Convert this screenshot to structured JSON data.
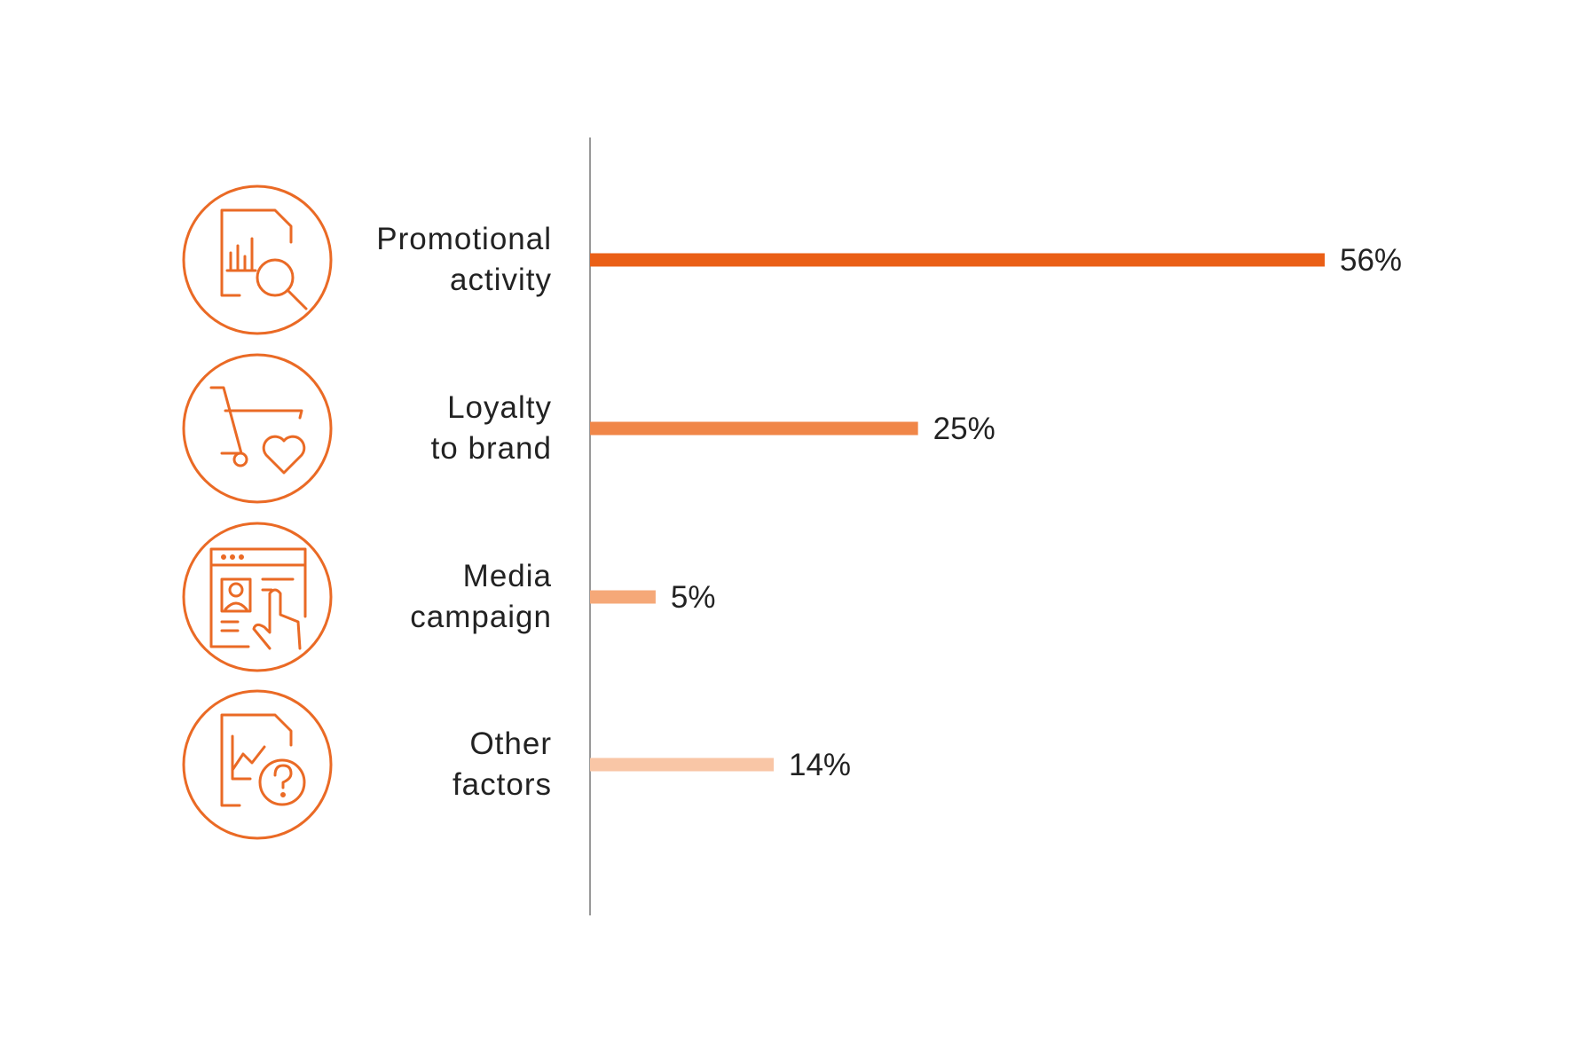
{
  "chart_data": {
    "type": "bar",
    "orientation": "horizontal",
    "categories": [
      "Promotional activity",
      "Loyalty to brand",
      "Media campaign",
      "Other factors"
    ],
    "values": [
      56,
      25,
      5,
      14
    ],
    "value_labels": [
      "56%",
      "25%",
      "5%",
      "14%"
    ],
    "label_lines": [
      [
        "Promotional",
        "activity"
      ],
      [
        "Loyalty",
        "to brand"
      ],
      [
        "Media",
        "campaign"
      ],
      [
        "Other",
        "factors"
      ]
    ],
    "icons": [
      "report-search-icon",
      "shopping-cart-heart-icon",
      "web-profile-touch-icon",
      "chart-question-icon"
    ],
    "colors": [
      "#ea5f16",
      "#f08648",
      "#f5a878",
      "#f9c6a6"
    ],
    "icon_color": "#ea6a25",
    "axis_color": "#999999",
    "xlim": [
      0,
      56
    ],
    "grid": false,
    "legend": "none"
  }
}
